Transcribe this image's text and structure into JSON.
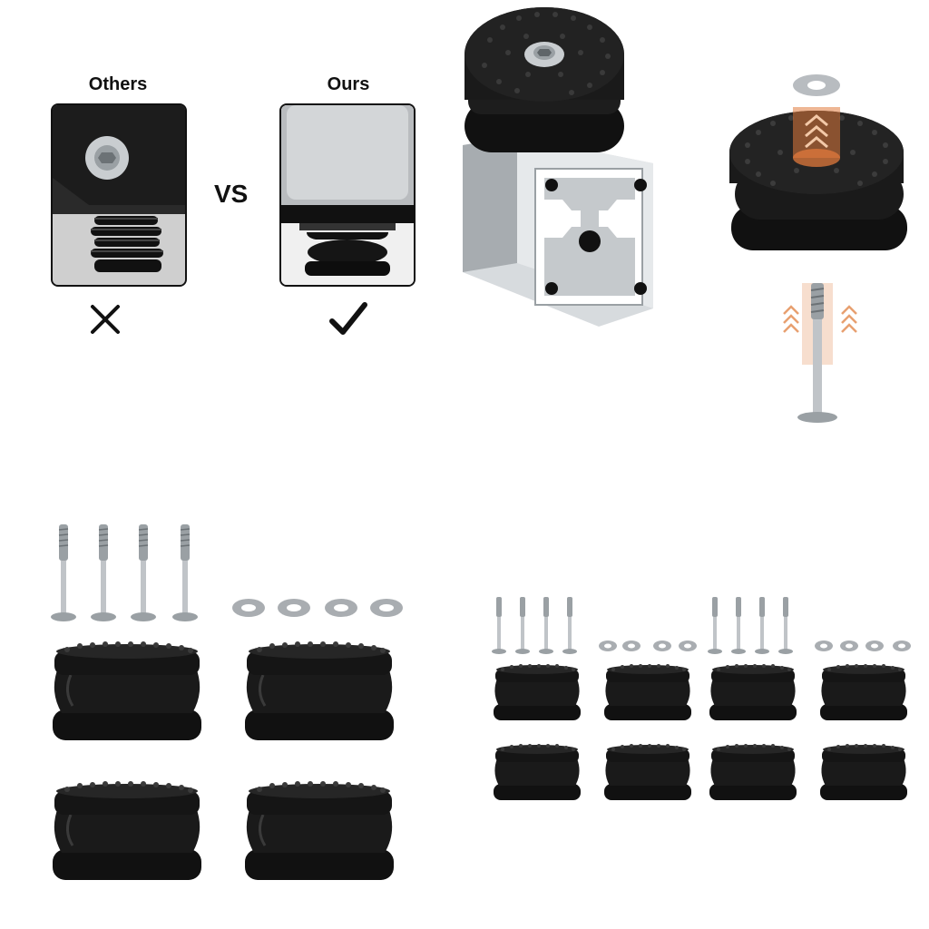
{
  "comparison": {
    "others_label": "Others",
    "ours_label": "Ours",
    "vs_label": "VS",
    "bad_mark": "✕",
    "good_mark": "✔"
  },
  "colors": {
    "rubber": "#1a1a1a",
    "rubber_highlight": "#3a3a3a",
    "metal": "#b8bcc0",
    "aluminum": "#d9dde0",
    "accent_orange": "#e07a3c",
    "border": "#111111"
  },
  "icons": {
    "cross": "cross-icon",
    "check": "check-icon"
  }
}
